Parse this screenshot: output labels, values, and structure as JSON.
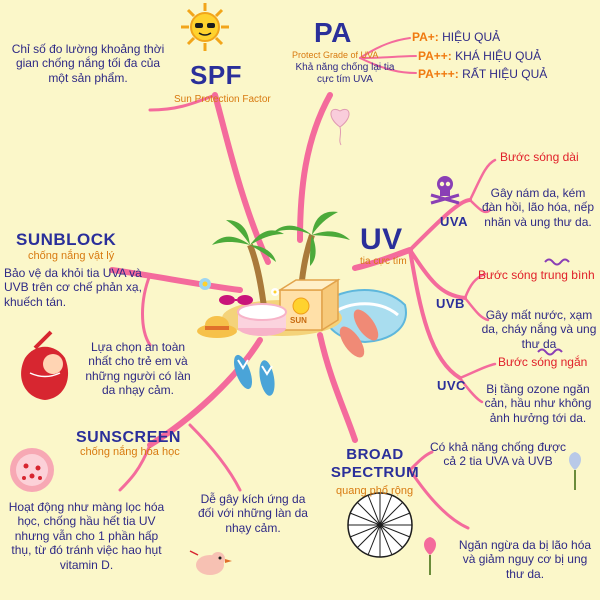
{
  "colors": {
    "background": "#fbf7c9",
    "branch": "#f46b9c",
    "title": "#2a2f9a",
    "subtitle": "#d87a10",
    "emphasis": "#e0202a"
  },
  "spf": {
    "title": "SPF",
    "subtitle": "Sun Protection Factor",
    "description": "Chỉ số đo lường khoảng thời gian chống nắng tối đa của một sản phẩm."
  },
  "pa": {
    "title": "PA",
    "subtitle": "Protect Grade of UVA",
    "description": "Khả năng chống lại tia cực tím UVA",
    "levels": [
      {
        "grade": "PA+:",
        "meaning": "HIỆU QUẢ"
      },
      {
        "grade": "PA++:",
        "meaning": "KHÁ HIỆU QUẢ"
      },
      {
        "grade": "PA+++:",
        "meaning": "RẤT HIỆU QUẢ"
      }
    ]
  },
  "uv": {
    "title": "UV",
    "subtitle": "tia cực tím",
    "uva": {
      "label": "UVA",
      "wave": "Bước sóng dài",
      "effect": "Gây nám da, kém đàn hồi, lão hóa, nếp nhăn và ung thư da."
    },
    "uvb": {
      "label": "UVB",
      "wave": "Bước sóng trung bình",
      "effect": "Gây mất nước, xạm da, cháy nắng và ung thư da"
    },
    "uvc": {
      "label": "UVC",
      "wave": "Bước sóng ngắn",
      "effect": "Bị tầng ozone ngăn cản, hầu như không ảnh hưởng tới da."
    }
  },
  "sunblock": {
    "title": "SUNBLOCK",
    "subtitle": "chống nắng vật lý",
    "description": "Bảo vệ da khỏi tia UVA và UVB trên cơ chế phản xạ, khuếch tán.",
    "note": "Lựa chọn an toàn nhất cho trẻ em và những người có làn da nhạy cảm."
  },
  "sunscreen": {
    "title": "SUNSCREEN",
    "subtitle": "chống nắng hóa học",
    "description": "Hoạt động như màng lọc hóa học, chống hầu hết tia UV nhưng vẫn cho 1 phần hấp thụ, từ đó tránh việc hao hụt vitamin D.",
    "note": "Dễ gây kích ứng da đối với những làn da nhạy cảm."
  },
  "broad": {
    "title": "BROAD SPECTRUM",
    "subtitle": "quang phổ rộng",
    "point1": "Có khả năng chống được cả 2 tia UVA và UVB",
    "point2": "Ngăn ngừa da bị lão hóa và giảm nguy cơ bị ung thư da."
  },
  "center": {
    "sunscreen_tube_text": "SUN"
  }
}
